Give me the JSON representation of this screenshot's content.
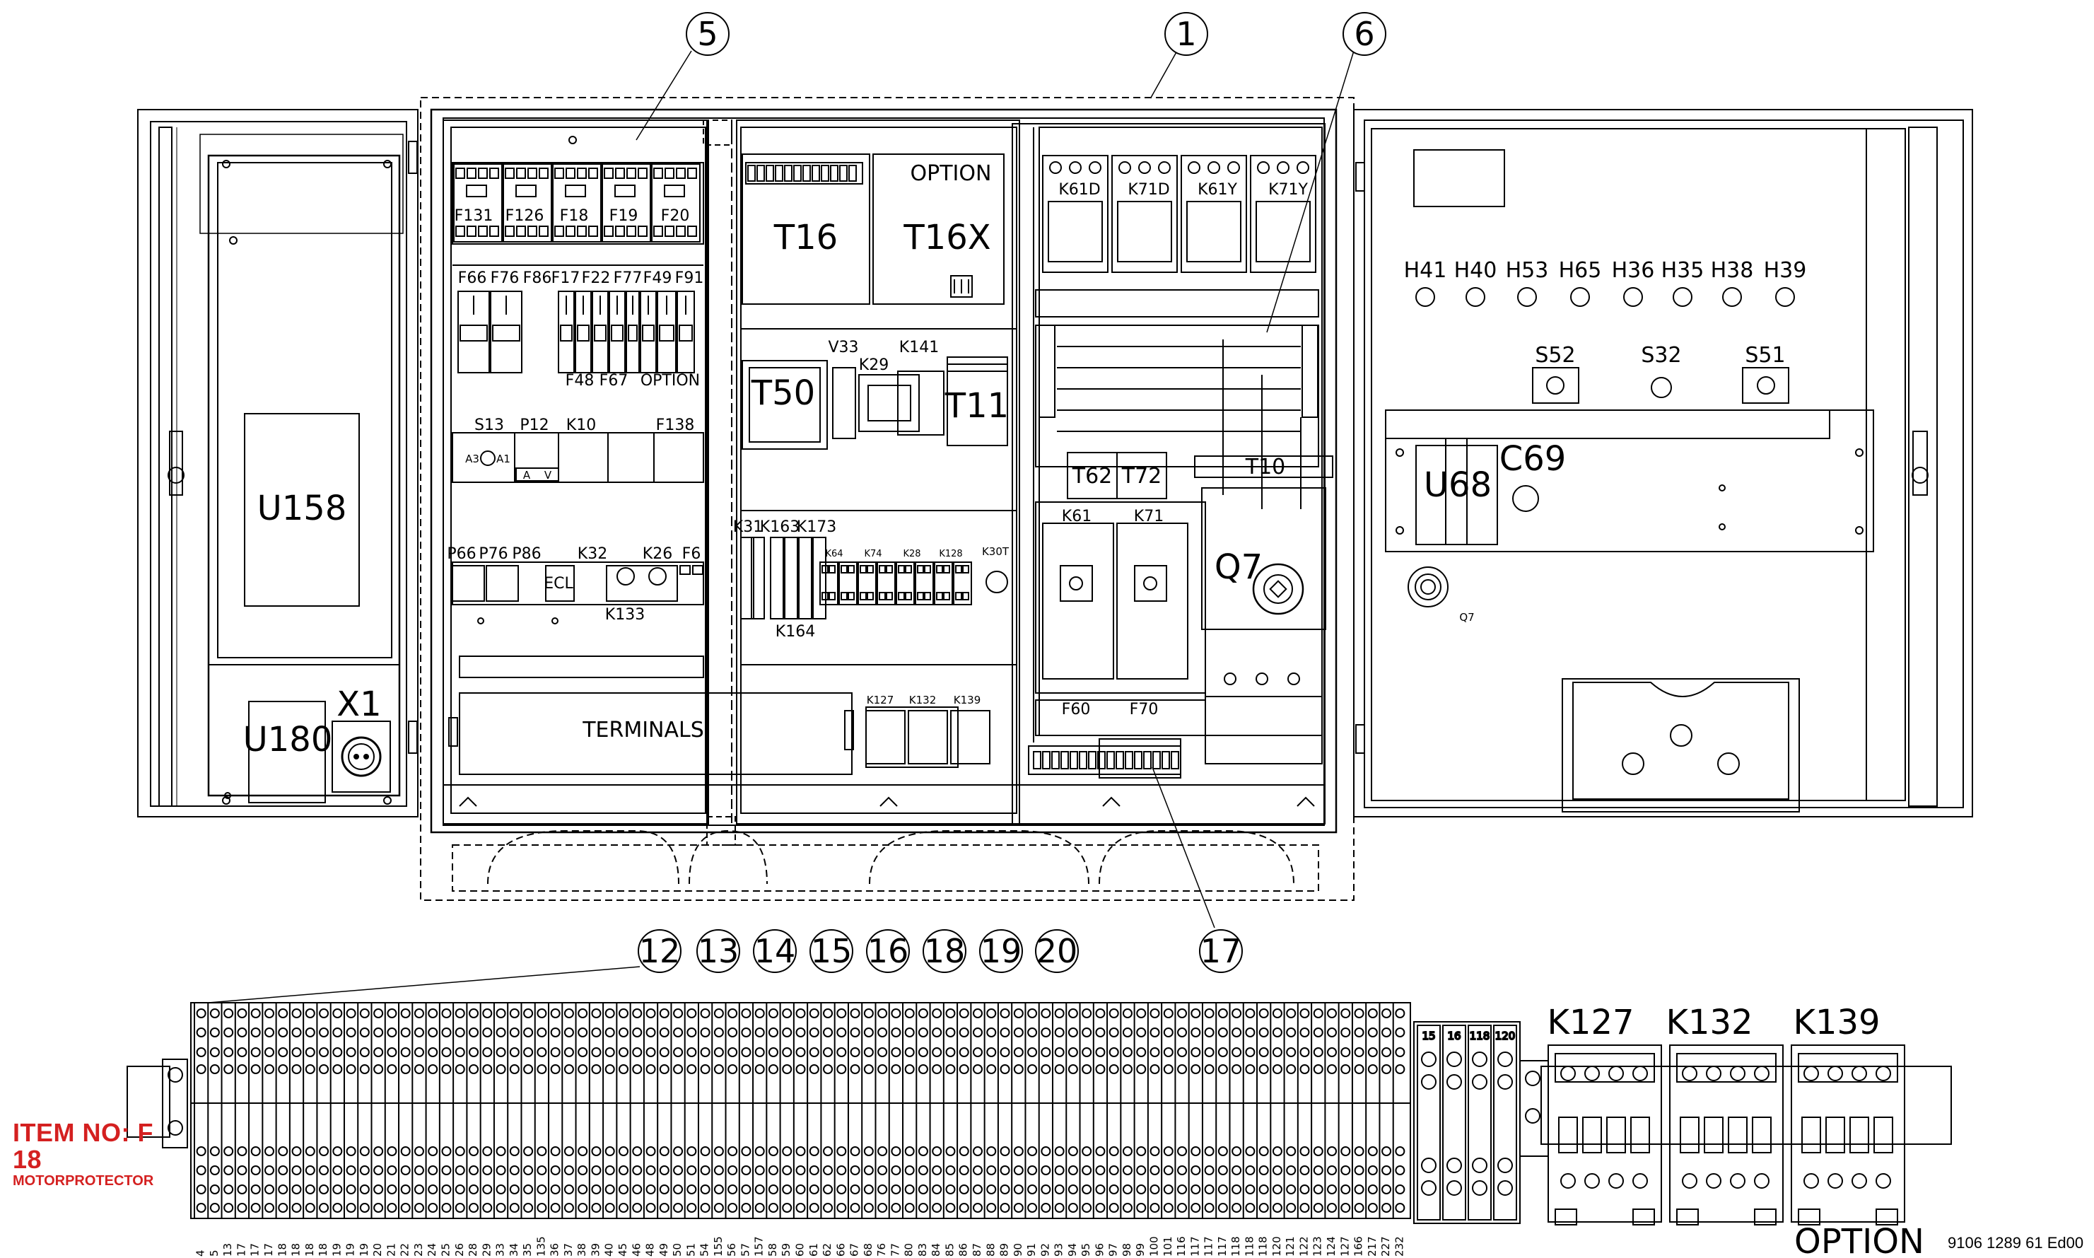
{
  "balloons": [
    "5",
    "1",
    "6",
    "12",
    "13",
    "14",
    "15",
    "16",
    "18",
    "19",
    "20",
    "17"
  ],
  "left_door": {
    "u158": "U158",
    "u180": "U180",
    "x1": "X1"
  },
  "breakers_top": [
    "F131",
    "F126",
    "F18",
    "F19",
    "F20"
  ],
  "mcbs_labels": [
    "F66",
    "F76",
    "F86",
    "F17",
    "F22",
    "F77",
    "F49",
    "F91"
  ],
  "mcbs_lower": [
    "F48",
    "F67",
    "OPTION"
  ],
  "row3": {
    "s13": "S13",
    "p12": "P12",
    "k10": "K10",
    "f138": "F138",
    "a3": "A3",
    "a1": "A1",
    "a": "A",
    "v": "V"
  },
  "row4": {
    "p66": "P66",
    "p76": "P76",
    "p86": "P86",
    "k32": "K32",
    "k26": "K26",
    "f6": "F6",
    "ecl": "ECL",
    "k133": "K133"
  },
  "terminals_label": "TERMINALS",
  "center": {
    "option": "OPTION",
    "t16": "T16",
    "t16x": "T16X",
    "v33": "V33",
    "k29": "K29",
    "k141": "K141",
    "t50": "T50",
    "t11": "T11",
    "k31": "K31",
    "k163": "K163",
    "k173": "K173",
    "k64": "K64",
    "k74": "K74",
    "k28": "K28",
    "k128": "K128",
    "k30t": "K30T",
    "k164": "K164",
    "k127": "K127",
    "k132": "K132",
    "k139": "K139"
  },
  "right_panel": {
    "k61d": "K61D",
    "k71d": "K71D",
    "k61y": "K61Y",
    "k71y": "K71Y",
    "t62": "T62",
    "t72": "T72",
    "t10": "T10",
    "k61": "K61",
    "k71": "K71",
    "q7": "Q7",
    "f60": "F60",
    "f70": "F70"
  },
  "right_door": {
    "lamps": [
      "H41",
      "H40",
      "H53",
      "H65",
      "H36",
      "H35",
      "H38",
      "H39"
    ],
    "s52": "S52",
    "s32": "S32",
    "s51": "S51",
    "u68": "U68",
    "c69": "C69",
    "q7": "Q7"
  },
  "terminal_numbers": [
    "4",
    "5",
    "13",
    "17",
    "17",
    "17",
    "18",
    "18",
    "18",
    "18",
    "19",
    "19",
    "19",
    "20",
    "21",
    "22",
    "23",
    "24",
    "25",
    "26",
    "28",
    "29",
    "33",
    "34",
    "35",
    "135",
    "36",
    "37",
    "38",
    "39",
    "40",
    "45",
    "46",
    "48",
    "49",
    "50",
    "51",
    "54",
    "155",
    "56",
    "57",
    "157",
    "58",
    "59",
    "60",
    "61",
    "62",
    "66",
    "67",
    "68",
    "76",
    "77",
    "80",
    "83",
    "84",
    "85",
    "86",
    "87",
    "88",
    "89",
    "90",
    "91",
    "92",
    "93",
    "94",
    "95",
    "96",
    "97",
    "98",
    "99",
    "100",
    "101",
    "116",
    "117",
    "117",
    "117",
    "118",
    "118",
    "118",
    "120",
    "121",
    "122",
    "123",
    "124",
    "127",
    "166",
    "217",
    "227",
    "232"
  ],
  "small_terminals": [
    "15",
    "16",
    "118",
    "120"
  ],
  "detail_contactors": [
    "K127",
    "K132",
    "K139"
  ],
  "option_label": "OPTION",
  "item_note": {
    "title": "ITEM NO: F 18",
    "subtitle": "MOTORPROTECTOR"
  },
  "doc_number": "9106 1289 61 Ed00"
}
